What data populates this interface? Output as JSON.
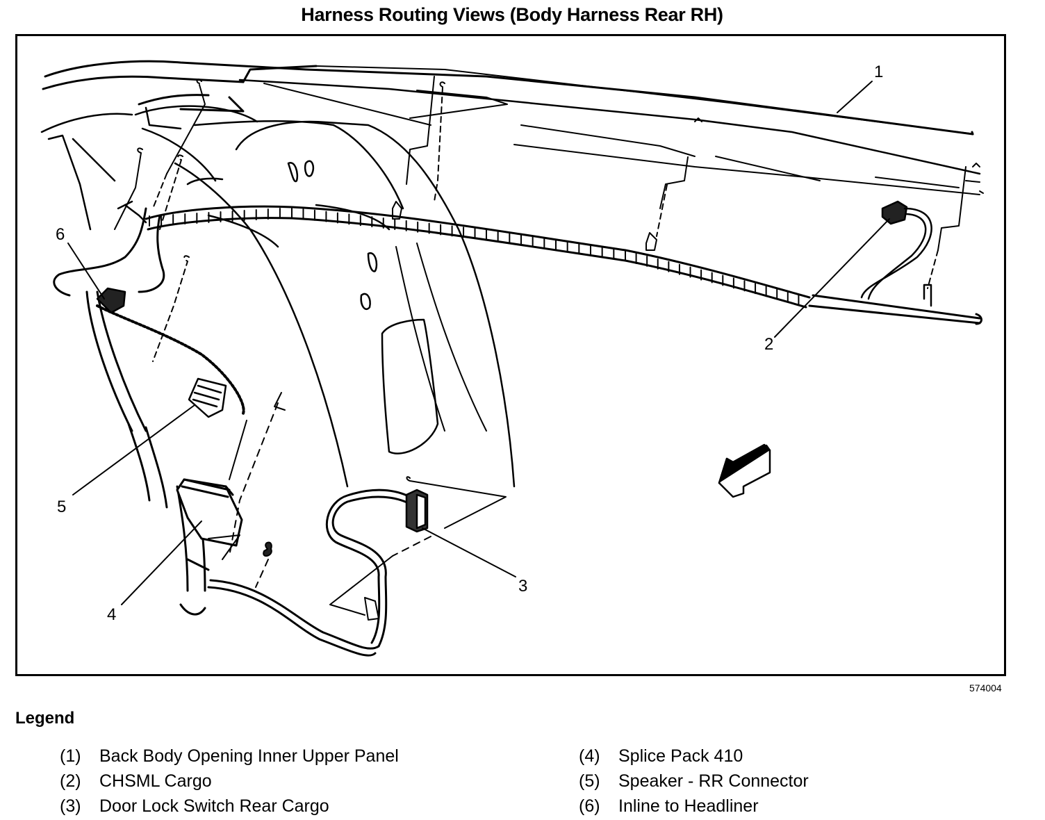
{
  "title": "Harness Routing Views (Body Harness Rear RH)",
  "figure_id": "574004",
  "callouts": [
    "1",
    "2",
    "3",
    "4",
    "5",
    "6"
  ],
  "legend": {
    "heading": "Legend",
    "items": [
      {
        "num": "(1)",
        "label": "Back Body Opening Inner Upper Panel"
      },
      {
        "num": "(2)",
        "label": "CHSML Cargo"
      },
      {
        "num": "(3)",
        "label": "Door Lock Switch Rear Cargo"
      },
      {
        "num": "(4)",
        "label": "Splice Pack 410"
      },
      {
        "num": "(5)",
        "label": "Speaker - RR Connector"
      },
      {
        "num": "(6)",
        "label": "Inline to Headliner"
      }
    ]
  },
  "icons": {
    "direction_arrow": "forward-direction-arrow-icon"
  }
}
